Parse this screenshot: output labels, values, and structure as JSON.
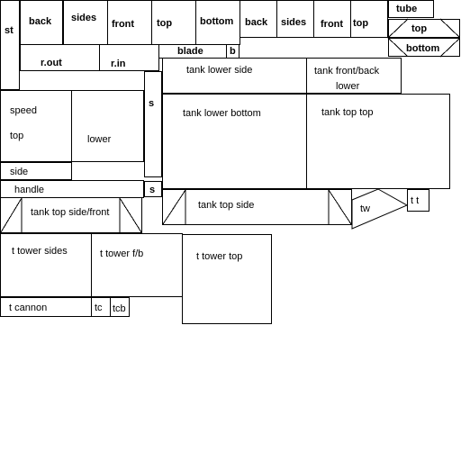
{
  "labels": {
    "st": "st",
    "back": "back",
    "sides": "sides",
    "front": "front",
    "top": "top",
    "bottom": "bottom",
    "back2": "back",
    "sides2": "sides",
    "front2": "front",
    "top2": "top",
    "tube": "tube",
    "tube_top": "top",
    "tube_bottom": "bottom",
    "blade": "blade",
    "b": "b",
    "r_out": "r.out",
    "r_in": "r.in",
    "tank_lower_side": "tank lower side",
    "tank_front_back_lower_1": "tank front/back",
    "tank_front_back_lower_2": "lower",
    "speed": "speed",
    "speed_top": "top",
    "lower": "lower",
    "s1": "s",
    "side": "side",
    "tank_lower_bottom": "tank lower bottom",
    "tank_top_top": "tank top top",
    "handle": "handle",
    "s2": "s",
    "tank_top_side_front": "tank top side/front",
    "tank_top_side": "tank top side",
    "tw": "tw",
    "tt": "t t",
    "t_tower_sides": "t tower sides",
    "t_tower_fb": "t tower f/b",
    "t_tower_top": "t tower top",
    "t_cannon": "t cannon",
    "tc": "tc",
    "tcb": "tcb"
  }
}
